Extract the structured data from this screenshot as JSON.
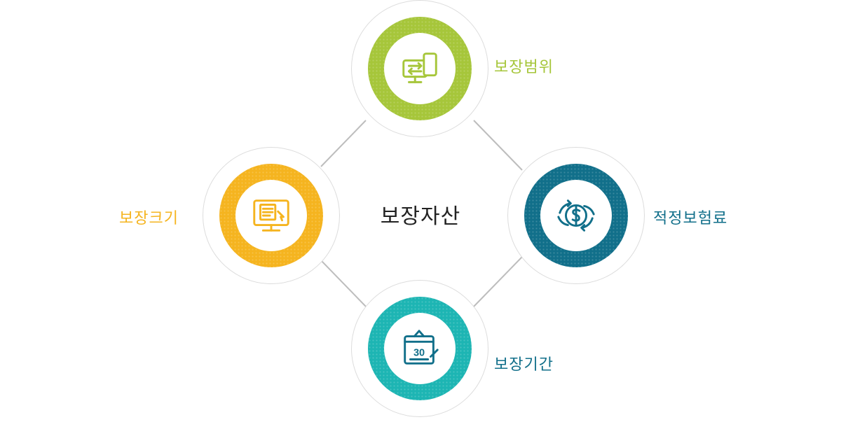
{
  "center": {
    "title": "보장자산"
  },
  "nodes": {
    "top": {
      "label": "보장범위",
      "color": "#a6c63a",
      "icon": "devices-transfer-icon"
    },
    "left": {
      "label": "보장크기",
      "color": "#f5b41f",
      "icon": "monitor-document-icon"
    },
    "right": {
      "label": "적정보험료",
      "color": "#116f8a",
      "icon": "dollar-cycle-icon"
    },
    "bottom": {
      "label": "보장기간",
      "color": "#1db5b3",
      "icon": "calendar-30-icon",
      "calendar_day": "30"
    }
  }
}
